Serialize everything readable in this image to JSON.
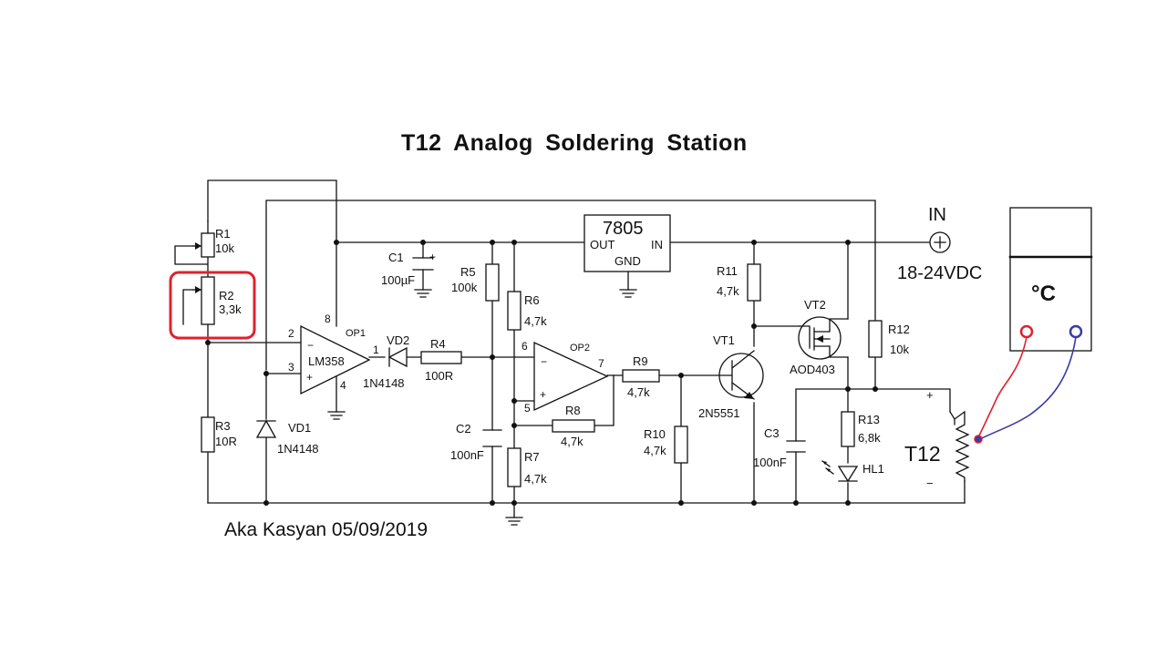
{
  "title": "T12  Analog  Soldering  Station",
  "author": "Aka Kasyan 05/09/2019",
  "power": {
    "in_label": "IN",
    "voltage": "18-24VDC"
  },
  "regulator": {
    "part": "7805",
    "out": "OUT",
    "in": "IN",
    "gnd": "GND"
  },
  "components": {
    "R1": {
      "ref": "R1",
      "value": "10k"
    },
    "R2": {
      "ref": "R2",
      "value": "3,3k"
    },
    "R3": {
      "ref": "R3",
      "value": "10R"
    },
    "R4": {
      "ref": "R4",
      "value": "100R"
    },
    "R5": {
      "ref": "R5",
      "value": "100k"
    },
    "R6": {
      "ref": "R6",
      "value": "4,7k"
    },
    "R7": {
      "ref": "R7",
      "value": "4,7k"
    },
    "R8": {
      "ref": "R8",
      "value": "4,7k"
    },
    "R9": {
      "ref": "R9",
      "value": "4,7k"
    },
    "R10": {
      "ref": "R10",
      "value": "4,7k"
    },
    "R11": {
      "ref": "R11",
      "value": "4,7k"
    },
    "R12": {
      "ref": "R12",
      "value": "10k"
    },
    "R13": {
      "ref": "R13",
      "value": "6,8k"
    },
    "C1": {
      "ref": "C1",
      "value": "100µF"
    },
    "C2": {
      "ref": "C2",
      "value": "100nF"
    },
    "C3": {
      "ref": "C3",
      "value": "100nF"
    },
    "VD1": {
      "ref": "VD1",
      "value": "1N4148"
    },
    "VD2": {
      "ref": "VD2",
      "value": "1N4148"
    },
    "OP1": {
      "ref": "OP1",
      "part": "LM358"
    },
    "OP2": {
      "ref": "OP2"
    },
    "VT1": {
      "ref": "VT1",
      "part": "2N5551"
    },
    "VT2": {
      "ref": "VT2",
      "part": "AOD403"
    },
    "HL1": {
      "ref": "HL1"
    }
  },
  "pins": {
    "op1_inv": "2",
    "op1_noninv": "3",
    "op1_vcc": "8",
    "op1_gnd": "4",
    "op1_out": "1",
    "op2_inv": "6",
    "op2_noninv": "5",
    "op2_out": "7"
  },
  "signs": {
    "minus": "−",
    "plus": "+"
  },
  "tip": {
    "label": "T12",
    "plus": "+",
    "minus": "−"
  },
  "meter": {
    "unit": "°C"
  },
  "colors": {
    "highlight": "#e0202e",
    "probe_red": "#e0202e",
    "probe_blue": "#3a3aa8",
    "ink": "#111111"
  }
}
